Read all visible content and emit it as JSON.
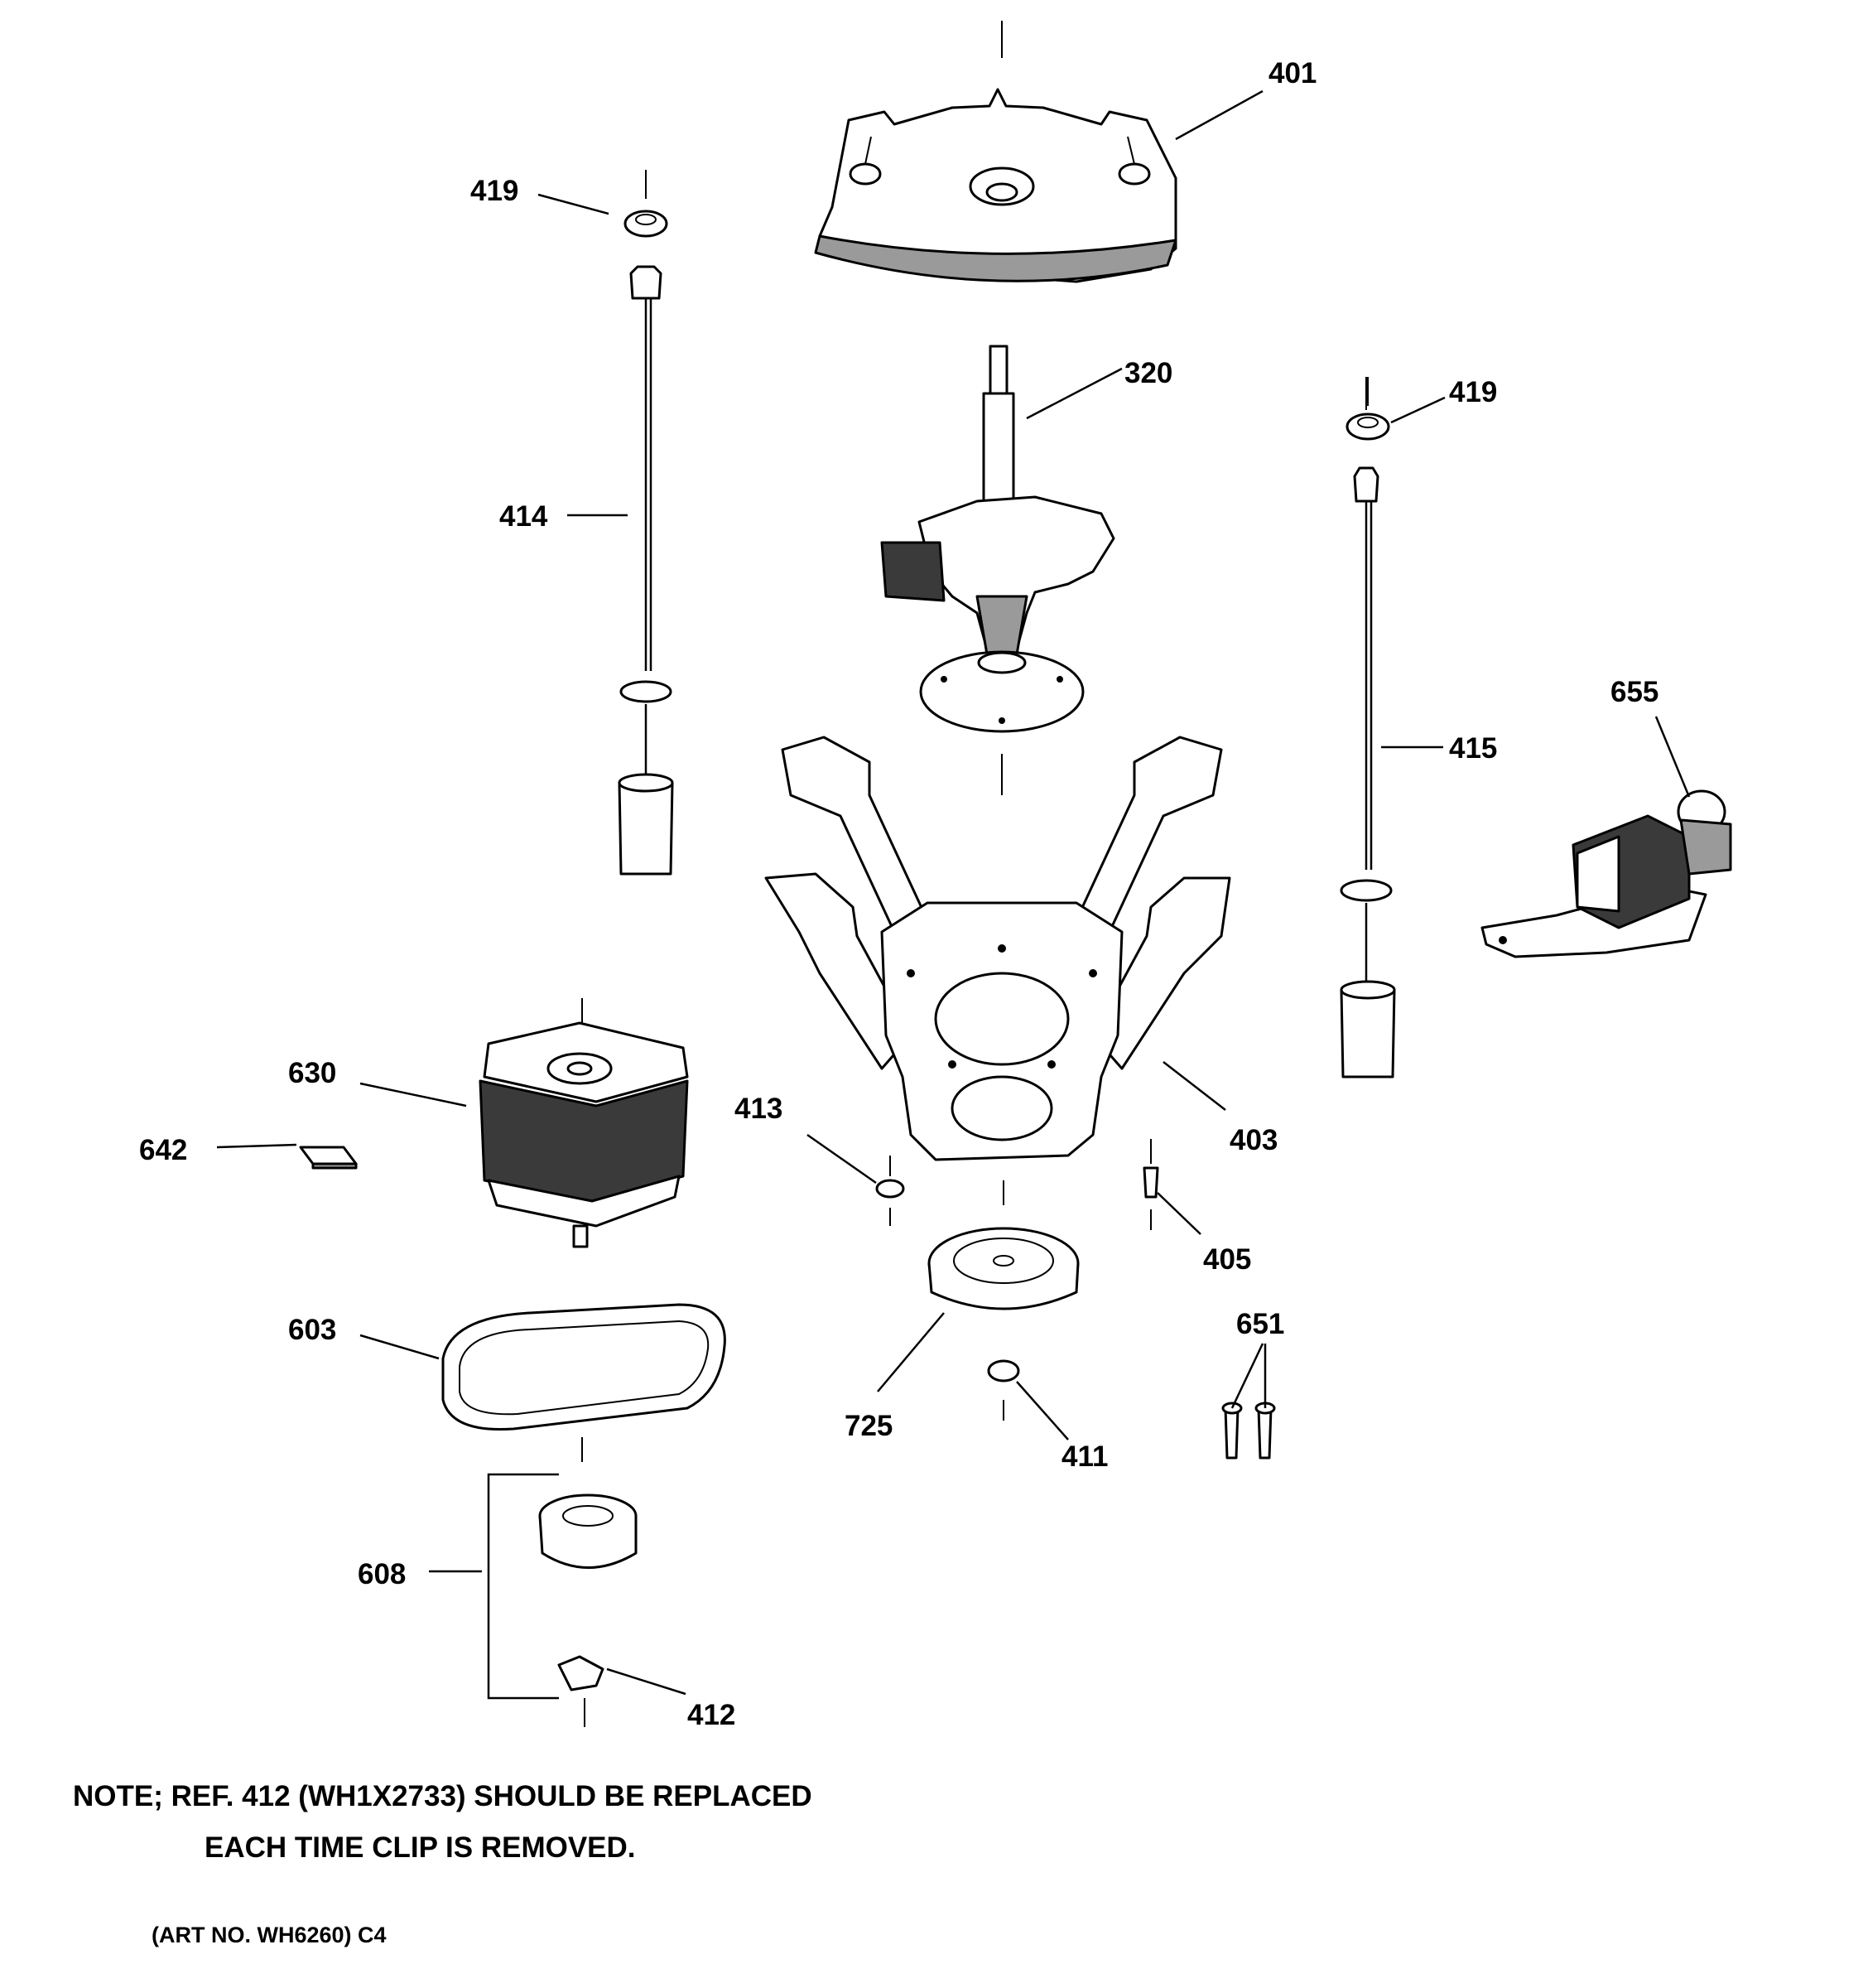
{
  "callouts": {
    "c401": "401",
    "c419_left": "419",
    "c419_right": "419",
    "c320": "320",
    "c414": "414",
    "c415": "415",
    "c655": "655",
    "c630": "630",
    "c642": "642",
    "c413": "413",
    "c403": "403",
    "c405": "405",
    "c651": "651",
    "c603": "603",
    "c725": "725",
    "c411": "411",
    "c608": "608",
    "c412": "412"
  },
  "note": {
    "line1": "NOTE; REF. 412 (WH1X2733) SHOULD BE REPLACED",
    "line2": "EACH TIME CLIP IS REMOVED."
  },
  "art_number": "(ART NO. WH6260) C4"
}
